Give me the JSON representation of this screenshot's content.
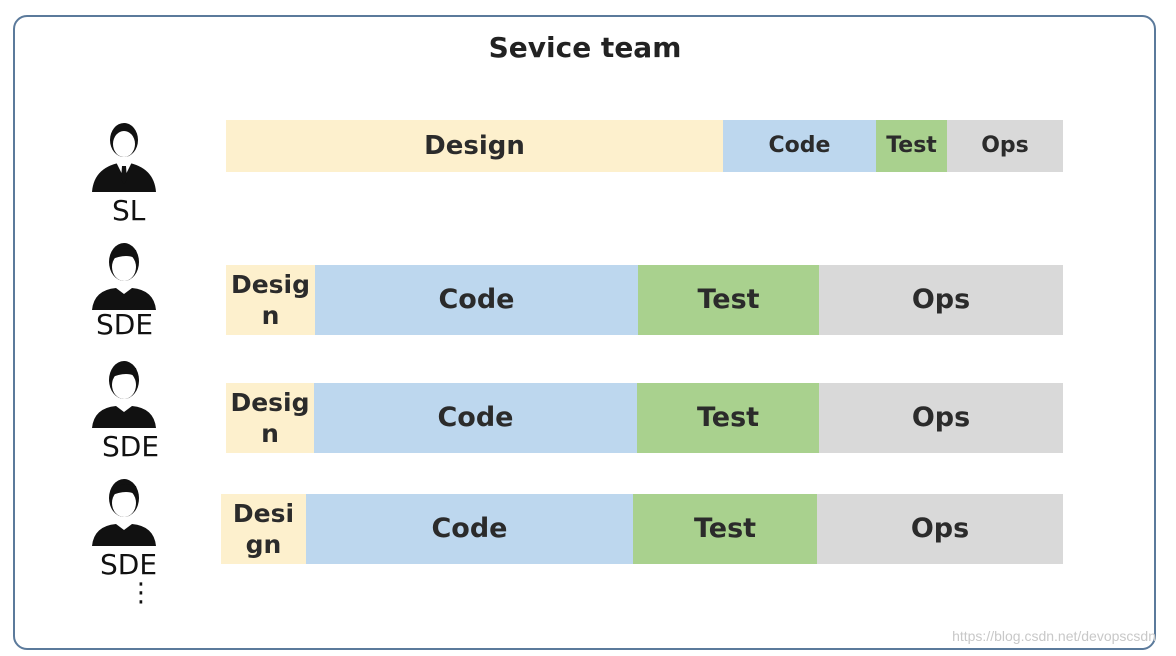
{
  "title": "Sevice team",
  "rows": [
    {
      "role": "SL",
      "design": "Design",
      "code": "Code",
      "test": "Test",
      "ops": "Ops"
    },
    {
      "role": "SDE",
      "design": "Design",
      "code": "Code",
      "test": "Test",
      "ops": "Ops"
    },
    {
      "role": "SDE",
      "design": "Design",
      "code": "Code",
      "test": "Test",
      "ops": "Ops"
    },
    {
      "role": "SDE",
      "design": "Design",
      "code": "Code",
      "test": "Test",
      "ops": "Ops"
    }
  ],
  "more_indicator": "⋮",
  "watermark": "https://blog.csdn.net/devopscsdn",
  "colors": {
    "design": "#fdf0cd",
    "code": "#bdd7ee",
    "test": "#a9d18e",
    "ops": "#d9d9d9",
    "frame_border": "#5b7a9b"
  },
  "icons": [
    "manager-avatar-icon",
    "engineer-avatar-icon"
  ]
}
